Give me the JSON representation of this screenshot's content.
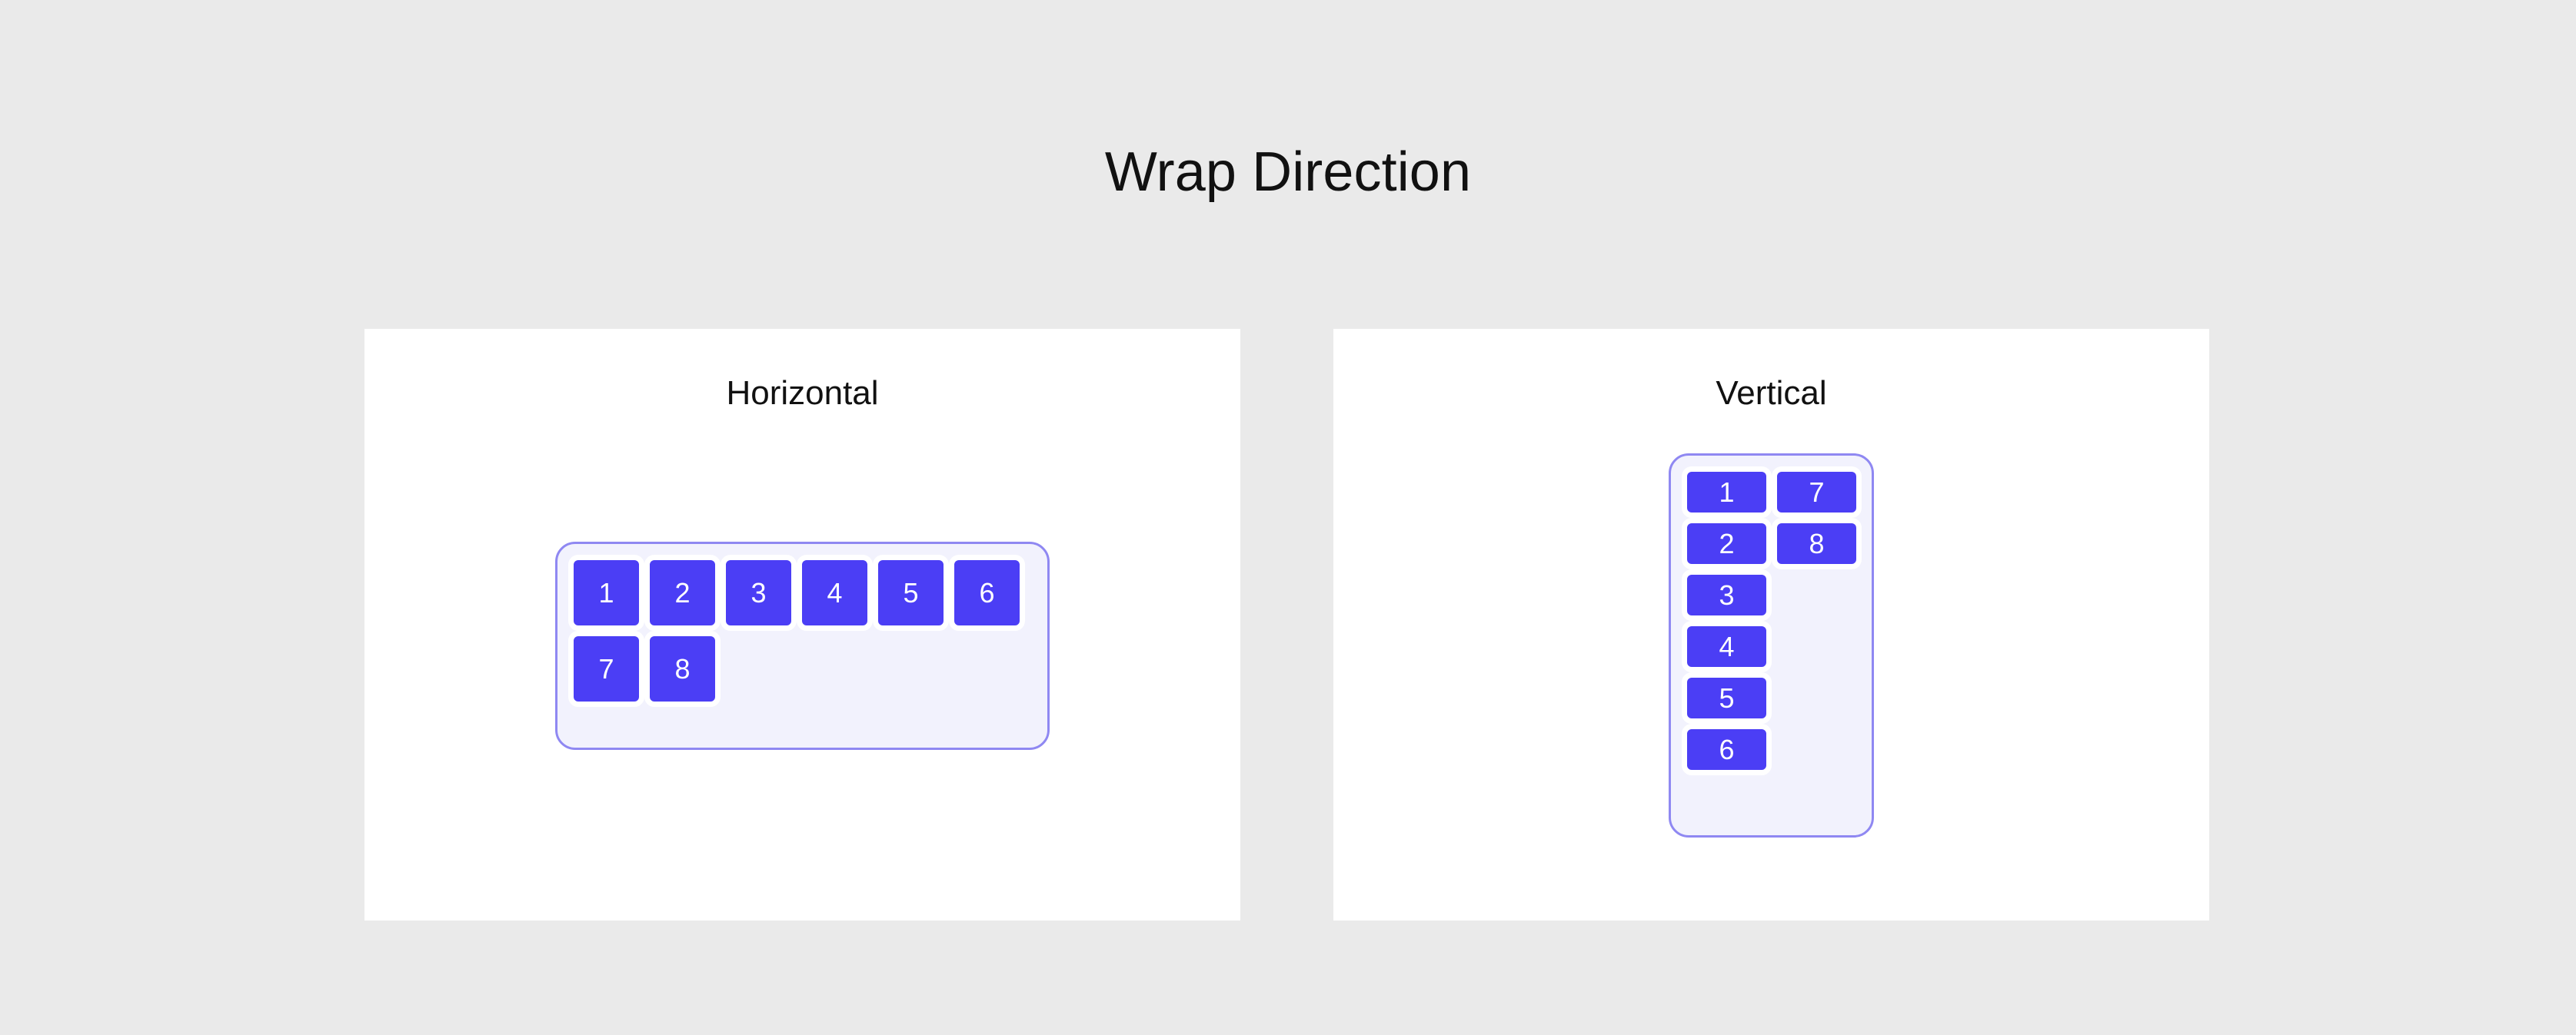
{
  "page": {
    "title": "Wrap Direction",
    "background_color": "#eaeaea"
  },
  "theme": {
    "tile_color": "#4b3ef5",
    "tile_text_color": "#ffffff",
    "container_background": "#f2f2fd",
    "container_border_color": "#8f88f2",
    "card_background": "#ffffff",
    "title_color": "#111111"
  },
  "cards": [
    {
      "id": "horizontal",
      "title": "Horizontal",
      "direction": "row",
      "wrap": "wrap",
      "rows": [
        [
          "1",
          "2",
          "3",
          "4",
          "5",
          "6"
        ],
        [
          "7",
          "8"
        ]
      ],
      "tiles": [
        "1",
        "2",
        "3",
        "4",
        "5",
        "6",
        "7",
        "8"
      ]
    },
    {
      "id": "vertical",
      "title": "Vertical",
      "direction": "column",
      "wrap": "wrap",
      "columns": [
        [
          "1",
          "2",
          "3",
          "4",
          "5",
          "6"
        ],
        [
          "7",
          "8"
        ]
      ],
      "tiles": [
        "1",
        "2",
        "3",
        "4",
        "5",
        "6",
        "7",
        "8"
      ]
    }
  ]
}
